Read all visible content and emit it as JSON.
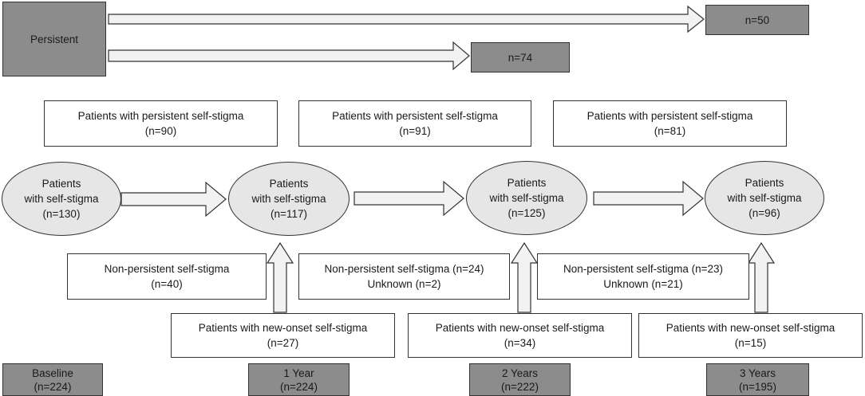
{
  "legend": {
    "persistent": "Persistent",
    "arrow1_value": "n=50",
    "arrow2_value": "n=74"
  },
  "persistent_boxes": [
    {
      "line1": "Patients with persistent self-stigma",
      "line2": "(n=90)"
    },
    {
      "line1": "Patients with persistent self-stigma",
      "line2": "(n=91)"
    },
    {
      "line1": "Patients with persistent self-stigma",
      "line2": "(n=81)"
    }
  ],
  "ellipses": [
    {
      "line1": "Patients",
      "line2": "with self-stigma",
      "line3": "(n=130)"
    },
    {
      "line1": "Patients",
      "line2": "with self-stigma",
      "line3": "(n=117)"
    },
    {
      "line1": "Patients",
      "line2": "with self-stigma",
      "line3": "(n=125)"
    },
    {
      "line1": "Patients",
      "line2": "with self-stigma",
      "line3": "(n=96)"
    }
  ],
  "non_persistent_boxes": [
    {
      "line1": "Non-persistent self-stigma",
      "line2": "(n=40)"
    },
    {
      "line1": "Non-persistent self-stigma (n=24)",
      "line2": "Unknown (n=2)"
    },
    {
      "line1": "Non-persistent self-stigma (n=23)",
      "line2": "Unknown (n=21)"
    }
  ],
  "new_onset_boxes": [
    {
      "line1": "Patients with new-onset self-stigma",
      "line2": "(n=27)"
    },
    {
      "line1": "Patients with new-onset self-stigma",
      "line2": "(n=34)"
    },
    {
      "line1": "Patients with new-onset self-stigma",
      "line2": "(n=15)"
    }
  ],
  "timepoints": [
    {
      "label": "Baseline",
      "n": "(n=224)"
    },
    {
      "label": "1 Year",
      "n": "(n=224)"
    },
    {
      "label": "2 Years",
      "n": "(n=222)"
    },
    {
      "label": "3 Years",
      "n": "(n=195)"
    }
  ],
  "colors": {
    "gray_box": "#8c8c8c",
    "ellipse_fill": "#e6e6e6",
    "arrow_fill": "#f2f2f2",
    "border": "#333333"
  }
}
